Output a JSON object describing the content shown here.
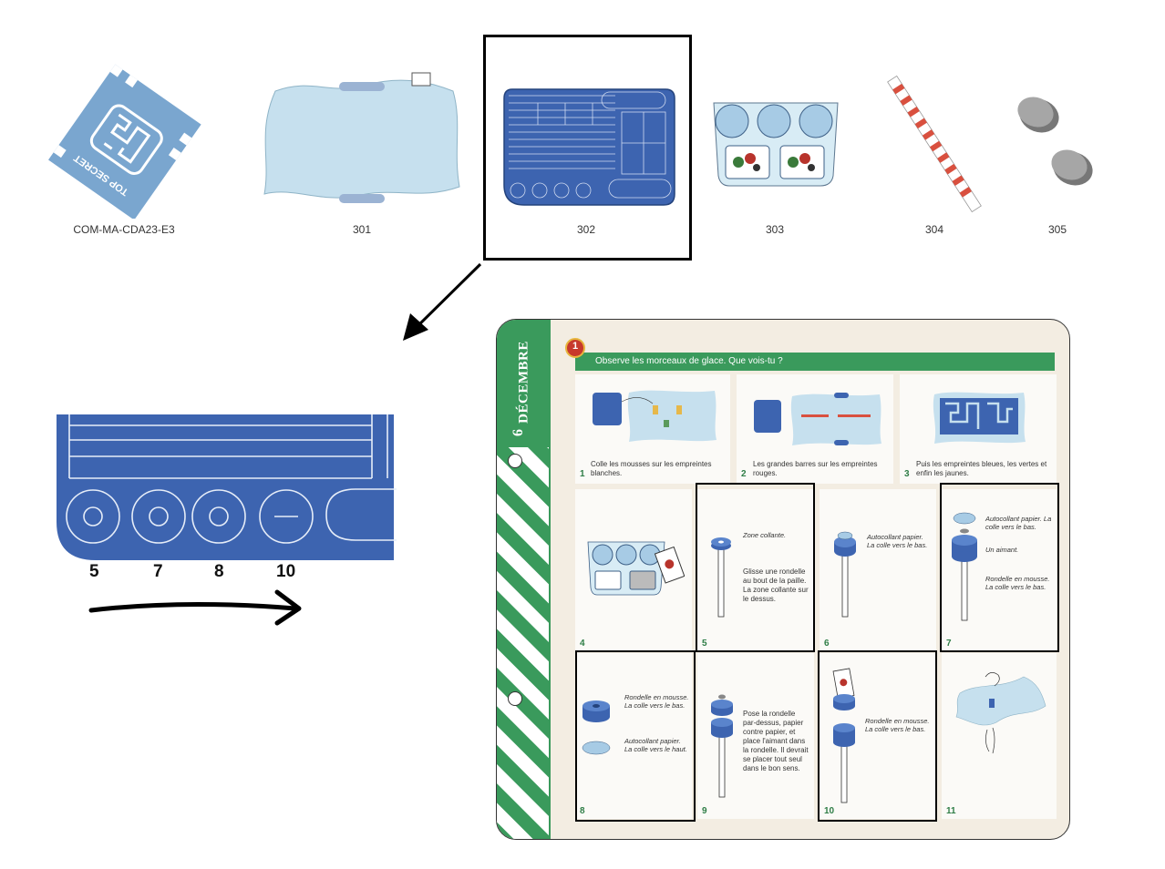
{
  "parts": [
    {
      "id": "COM-MA-CDA23-E3",
      "stamp": "TOP SECRET"
    },
    {
      "id": "301"
    },
    {
      "id": "302"
    },
    {
      "id": "303"
    },
    {
      "id": "304"
    },
    {
      "id": "305"
    }
  ],
  "zoom_numbers": [
    "5",
    "7",
    "8",
    "10"
  ],
  "card": {
    "day": "6",
    "month": "DÉCEMBRE",
    "badge": "1",
    "header": "Observe les morceaux de glace. Que vois-tu ?",
    "steps": [
      {
        "num": "1",
        "caption": "Colle les mousses sur les empreintes blanches."
      },
      {
        "num": "2",
        "caption": "Les grandes barres sur les empreintes rouges."
      },
      {
        "num": "3",
        "caption": "Puis les empreintes bleues, les vertes et enfin les jaunes."
      },
      {
        "num": "4"
      },
      {
        "num": "5",
        "note": "Zone collante.",
        "caption": "Glisse une rondelle au bout de la paille. La zone collante sur le dessus."
      },
      {
        "num": "6",
        "note": "Autocollant papier. La colle vers le bas."
      },
      {
        "num": "7",
        "note1": "Autocollant papier. La colle vers le bas.",
        "note2": "Un aimant.",
        "note3": "Rondelle en mousse. La colle vers le bas."
      },
      {
        "num": "8",
        "note1": "Rondelle en mousse. La colle vers le bas.",
        "note2": "Autocollant papier. La colle vers le haut."
      },
      {
        "num": "9",
        "caption": "Pose la rondelle par-dessus, papier contre papier, et place l'aimant dans la rondelle. Il devrait se placer tout seul dans le bon sens."
      },
      {
        "num": "10",
        "note": "Rondelle en mousse. La colle vers le bas."
      },
      {
        "num": "11"
      }
    ]
  },
  "colors": {
    "blue": "#3d64b0",
    "green": "#3a9a5c",
    "ice": "#bcdcec",
    "cream": "#f3ede2"
  }
}
